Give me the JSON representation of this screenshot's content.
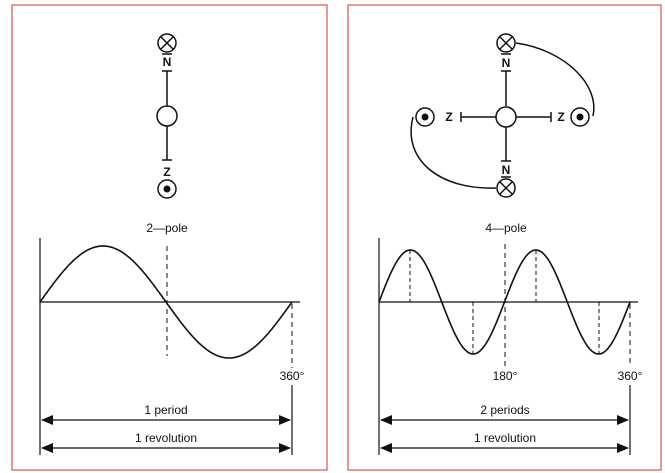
{
  "left_panel": {
    "caption": "2—pole",
    "pole_labels": {
      "top": "N",
      "bottom": "Z"
    },
    "axis_label_end": "360°",
    "period_label": "1 period",
    "revolution_label": "1 revolution",
    "cycles": 1
  },
  "right_panel": {
    "caption": "4—pole",
    "pole_labels": {
      "top": "N",
      "bottom": "N",
      "left": "Z",
      "right": "Z"
    },
    "axis_label_mid": "180°",
    "axis_label_end": "360°",
    "period_label": "2 periods",
    "revolution_label": "1 revolution",
    "cycles": 2
  },
  "colors": {
    "frame": "#d9534f",
    "ink": "#111111"
  }
}
